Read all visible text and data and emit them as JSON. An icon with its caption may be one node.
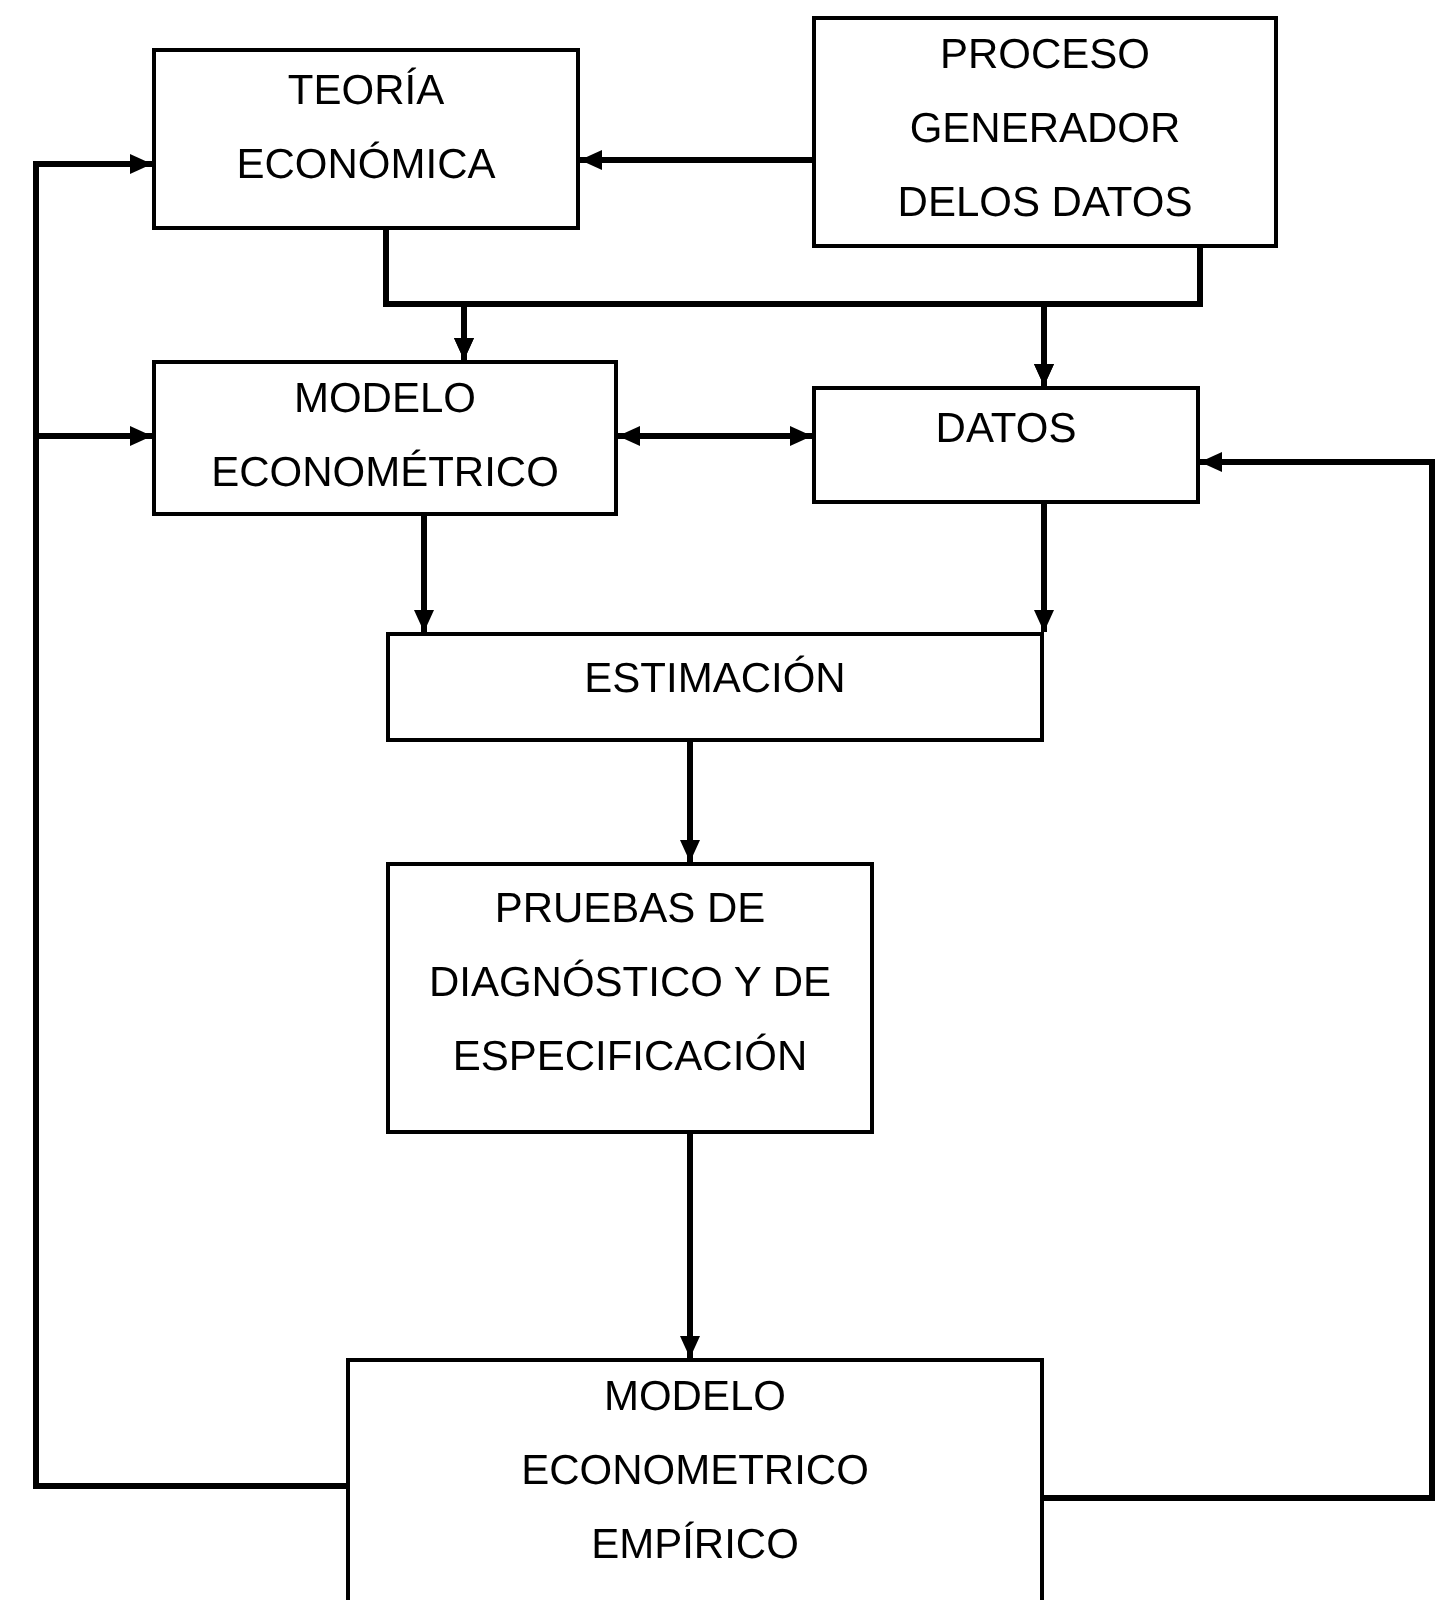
{
  "diagram": {
    "nodes": [
      {
        "text": [
          "TEORÍA ECONÓMICA"
        ]
      },
      {
        "text": [
          "PROCESO GENERADOR DELOS DATOS"
        ]
      },
      {
        "text": [
          "MODELO ECONOMÉTRICO"
        ]
      },
      {
        "text": [
          "DATOS"
        ]
      },
      {
        "text": [
          "ESTIMACIÓN"
        ]
      },
      {
        "text": [
          "PRUEBAS DE DIAGNÓSTICO Y DE ESPECIFICACIÓN"
        ]
      },
      {
        "text": [
          "MODELO ECONOMETRICO EMPÍRICO"
        ]
      }
    ],
    "edges": [
      {
        "from": 1,
        "to": 0,
        "arrow": "to"
      },
      {
        "from": 0,
        "to": 2,
        "arrow": "to"
      },
      {
        "from": 0,
        "to": 3,
        "arrow": "to"
      },
      {
        "from": 1,
        "to": 2,
        "arrow": "to"
      },
      {
        "from": 1,
        "to": 3,
        "arrow": "to"
      },
      {
        "from": 2,
        "to": 3,
        "arrow": "both"
      },
      {
        "from": 2,
        "to": 4,
        "arrow": "to"
      },
      {
        "from": 3,
        "to": 4,
        "arrow": "to"
      },
      {
        "from": 4,
        "to": 5,
        "arrow": "to"
      },
      {
        "from": 5,
        "to": 6,
        "arrow": "to"
      },
      {
        "from": 6,
        "to": 0,
        "arrow": "to"
      },
      {
        "from": 6,
        "to": 2,
        "arrow": "to"
      },
      {
        "from": 6,
        "to": 3,
        "arrow": "to"
      }
    ]
  }
}
